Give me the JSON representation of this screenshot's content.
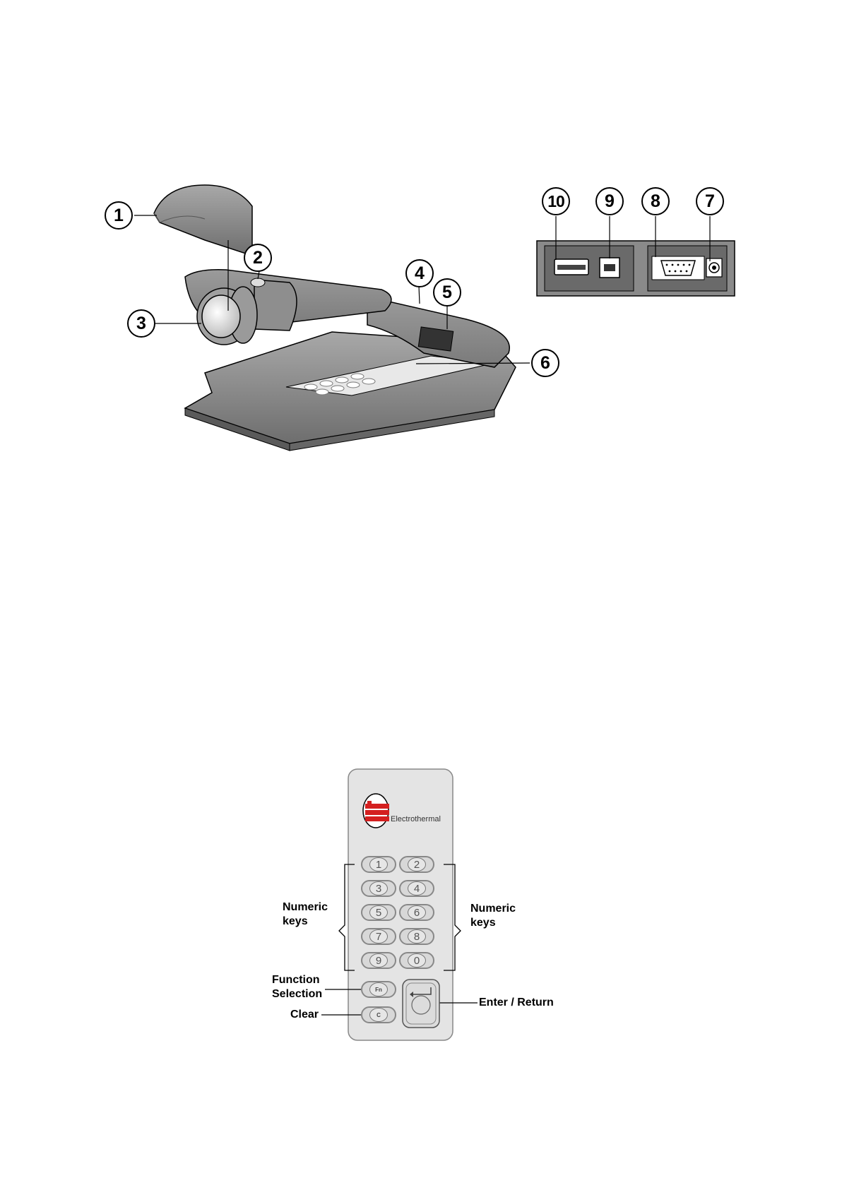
{
  "device_callouts": [
    "1",
    "2",
    "3",
    "4",
    "5",
    "6"
  ],
  "port_callouts": [
    "10",
    "9",
    "8",
    "7"
  ],
  "keypad": {
    "brand": "Electrothermal",
    "keys": [
      "1",
      "2",
      "3",
      "4",
      "5",
      "6",
      "7",
      "8",
      "9",
      "0"
    ],
    "fn_key": "Fn",
    "clear_key": "C",
    "labels": {
      "numeric_left": "Numeric keys",
      "numeric_right": "Numeric keys",
      "function_selection": "Function Selection",
      "clear": "Clear",
      "enter_return": "Enter / Return"
    }
  },
  "colors": {
    "device_body": "#8c8c8c",
    "port_panel": "#8a8a8a",
    "keypad_body": "#e4e4e4",
    "brand_red": "#d42020"
  }
}
